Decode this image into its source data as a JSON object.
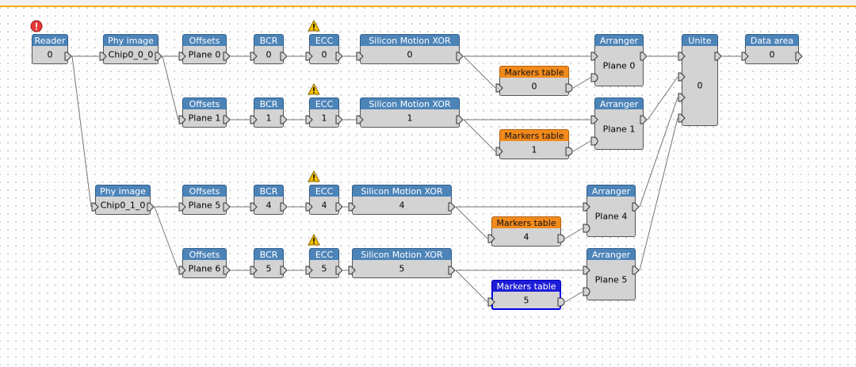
{
  "reader": {
    "header": "Reader",
    "value": "0"
  },
  "phy_images": [
    {
      "header": "Phy image",
      "value": "Chip0_0_0"
    },
    {
      "header": "Phy image",
      "value": "Chip0_1_0"
    }
  ],
  "chains": [
    {
      "offsets": {
        "header": "Offsets",
        "value": "Plane 0"
      },
      "bcr": {
        "header": "BCR",
        "value": "0"
      },
      "ecc": {
        "header": "ECC",
        "value": "0"
      },
      "xor": {
        "header": "Silicon Motion XOR",
        "value": "0"
      },
      "markers": {
        "header": "Markers table",
        "value": "0"
      },
      "arranger": {
        "header": "Arranger",
        "value": "Plane 0"
      }
    },
    {
      "offsets": {
        "header": "Offsets",
        "value": "Plane 1"
      },
      "bcr": {
        "header": "BCR",
        "value": "1"
      },
      "ecc": {
        "header": "ECC",
        "value": "1"
      },
      "xor": {
        "header": "Silicon Motion XOR",
        "value": "1"
      },
      "markers": {
        "header": "Markers table",
        "value": "1"
      },
      "arranger": {
        "header": "Arranger",
        "value": "Plane 1"
      }
    },
    {
      "offsets": {
        "header": "Offsets",
        "value": "Plane 5"
      },
      "bcr": {
        "header": "BCR",
        "value": "4"
      },
      "ecc": {
        "header": "ECC",
        "value": "4"
      },
      "xor": {
        "header": "Silicon Motion XOR",
        "value": "4"
      },
      "markers": {
        "header": "Markers table",
        "value": "4"
      },
      "arranger": {
        "header": "Arranger",
        "value": "Plane 4"
      }
    },
    {
      "offsets": {
        "header": "Offsets",
        "value": "Plane 6"
      },
      "bcr": {
        "header": "BCR",
        "value": "5"
      },
      "ecc": {
        "header": "ECC",
        "value": "5"
      },
      "xor": {
        "header": "Silicon Motion XOR",
        "value": "5"
      },
      "markers": {
        "header": "Markers table",
        "value": "5",
        "selected": true
      },
      "arranger": {
        "header": "Arranger",
        "value": "Plane 5"
      }
    }
  ],
  "unite": {
    "header": "Unite",
    "value": "0"
  },
  "data_area": {
    "header": "Data area",
    "value": "0"
  },
  "colors": {
    "node_header": "#4d84b8",
    "markers_header": "#f28a1c",
    "selected": "#1d1dd8",
    "node_body": "#d3d3d3",
    "warning": "#f5c000",
    "error": "#e53935"
  },
  "icons": {
    "warning": "warning-icon",
    "error": "error-icon"
  }
}
